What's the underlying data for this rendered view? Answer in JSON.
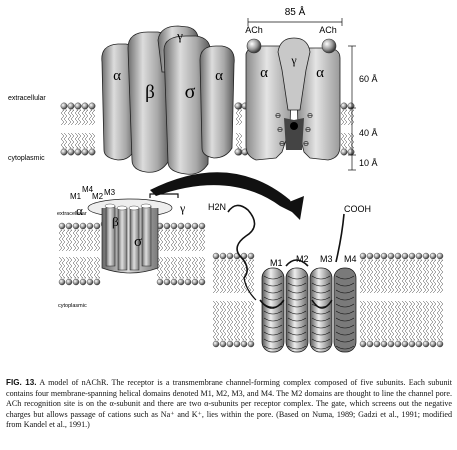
{
  "figure": {
    "top_model": {
      "width_label": "85 Å",
      "ach_left": "ACh",
      "ach_right": "ACh",
      "layer_extracellular": "extracellular",
      "layer_cytoplasmic": "cytoplasmic",
      "subunits": {
        "alpha_left": "α",
        "beta": "β",
        "gamma": "γ",
        "sigma": "σ",
        "alpha_right": "α"
      },
      "section_subunits": {
        "alpha_left": "α",
        "gamma": "γ",
        "alpha_right": "α"
      },
      "charge_symbol": "⊖",
      "dimension_60": "60 Å",
      "dimension_40": "40 Å",
      "dimension_10": "10 Å"
    },
    "bottom_left_model": {
      "helices": {
        "m4": "M4",
        "m1": "M1",
        "m2": "M2",
        "m3": "M3"
      },
      "layer_extracellular": "extracellular",
      "layer_cytoplasmic": "cytoplasmic",
      "subunits": {
        "alpha": "α",
        "beta": "β",
        "gamma": "γ",
        "sigma": "σ"
      }
    },
    "bottom_right_model": {
      "n_terminus": "H2N",
      "c_terminus": "COOH",
      "helices": [
        "M1",
        "M2",
        "M3",
        "M4"
      ]
    }
  },
  "caption": {
    "figure_number": "FIG. 13.",
    "text": "A model of nAChR. The receptor is a transmembrane channel-forming complex composed of five subunits. Each subunit contains four membrane-spanning helical domains denoted M1, M2, M3, and M4. The M2 domains are thought to line the channel pore. ACh recognition site is on the α-subunit and there are two α-subunits per receptor complex. The gate, which screens out the negative charges but allows passage of cations such as Na⁺ and K⁺, lies within the pore. (Based on Numa, 1989; Gadzi et al., 1991; modified from Kandel et al., 1991.)"
  }
}
